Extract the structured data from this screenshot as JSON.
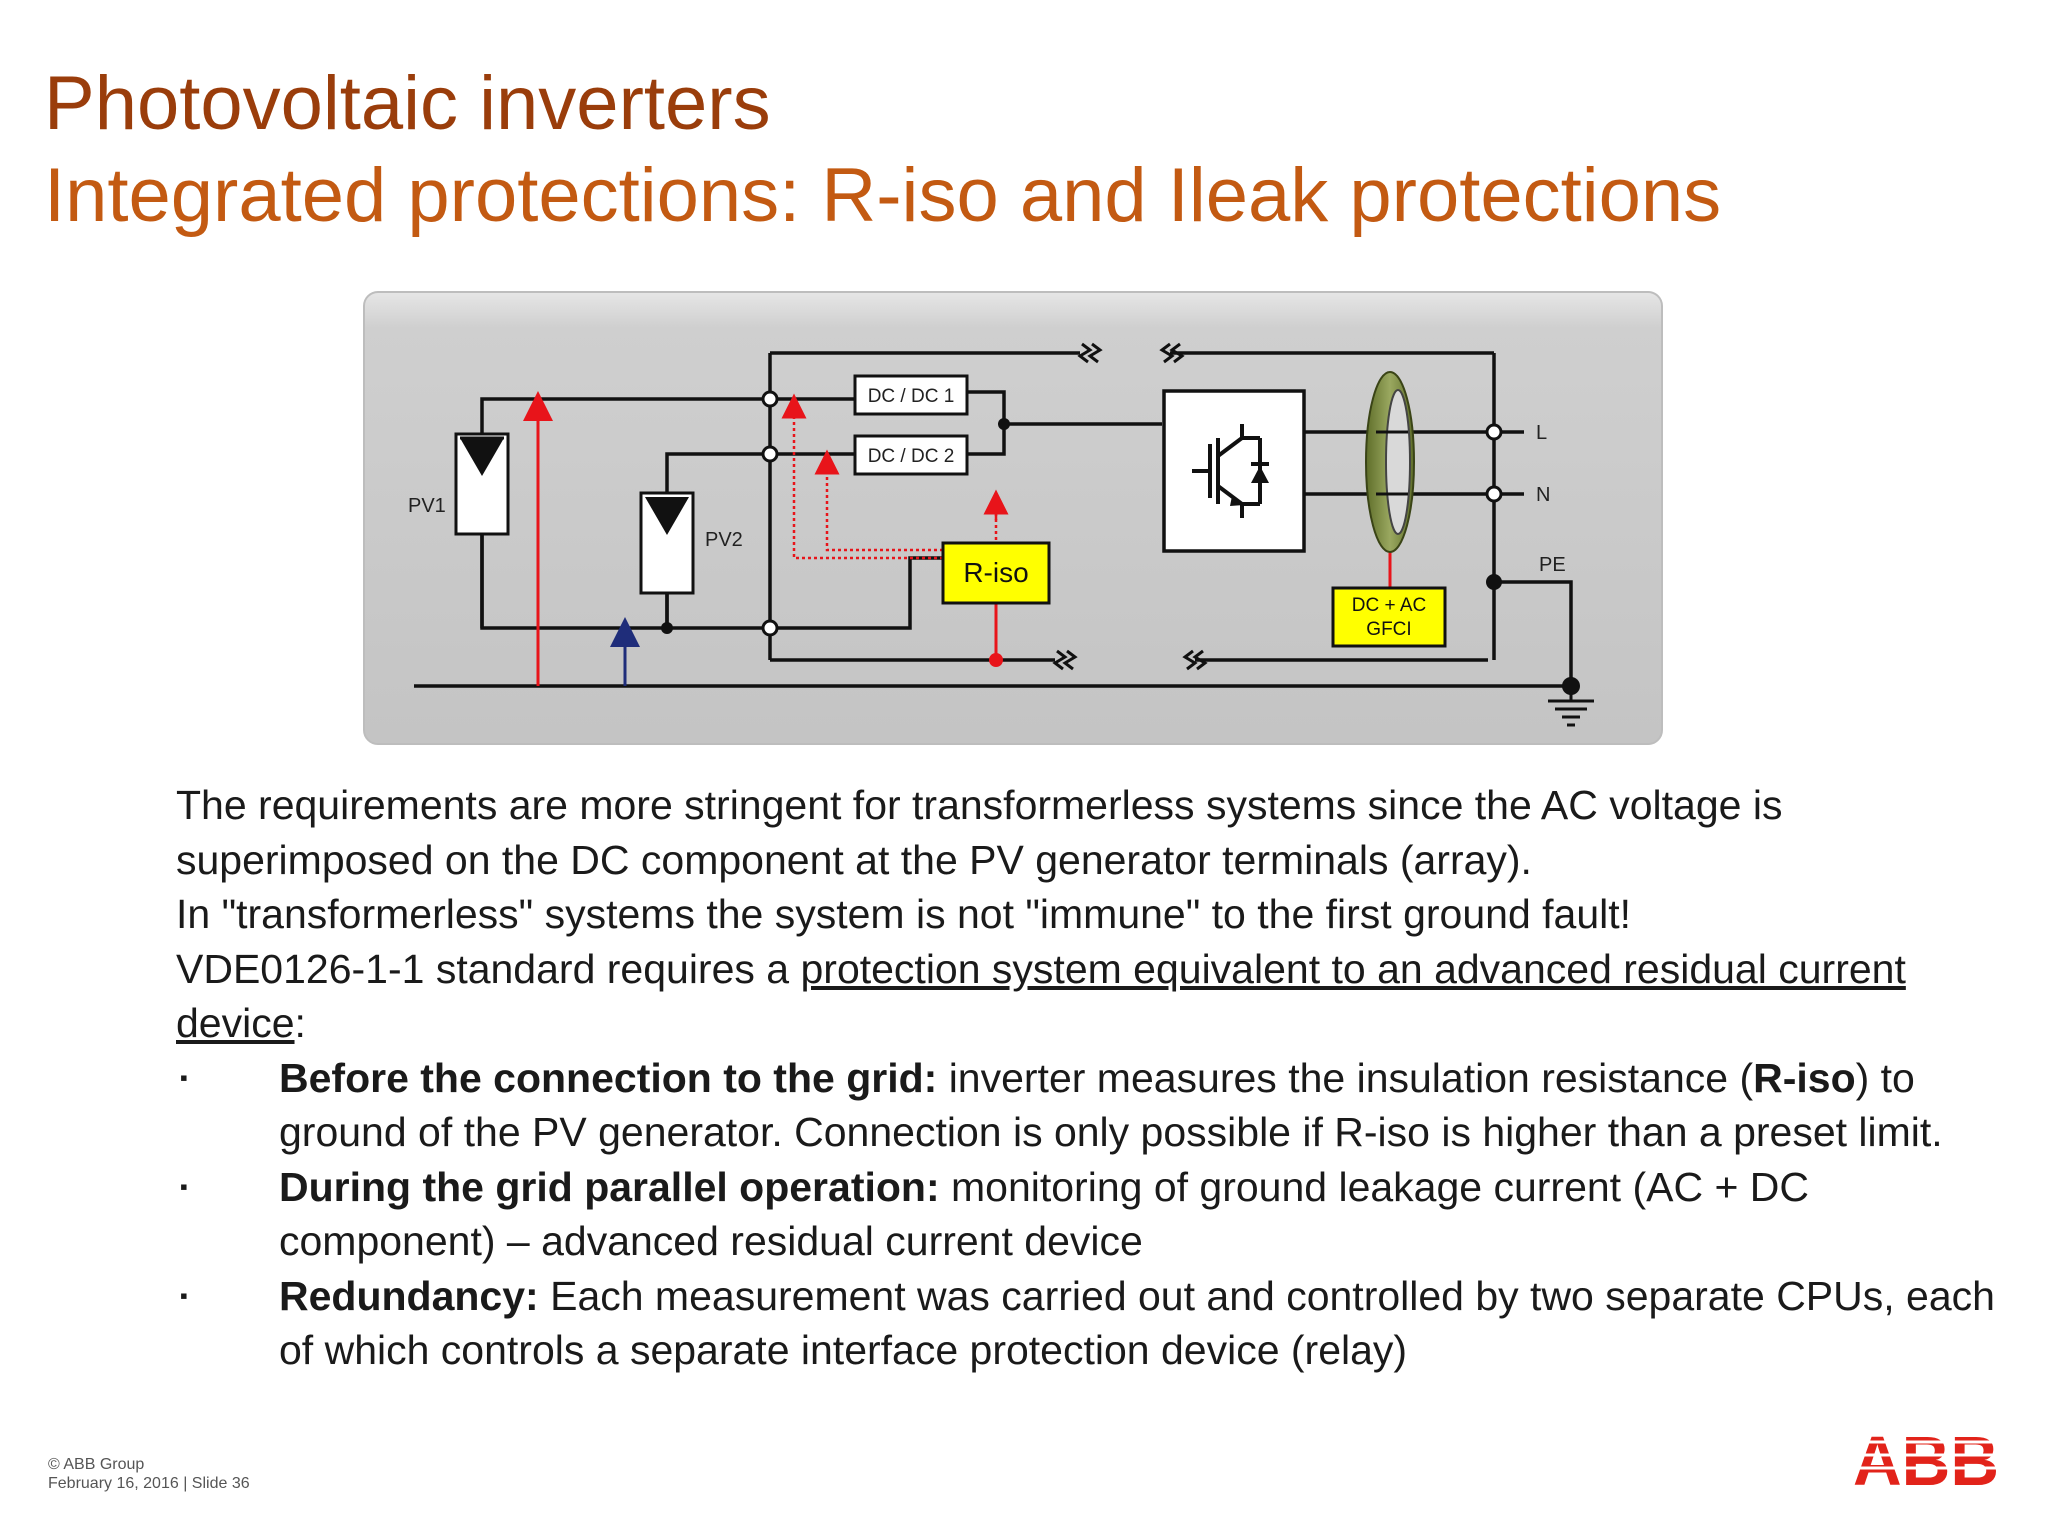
{
  "slide": {
    "title": "Photovoltaic inverters",
    "subtitle": "Integrated protections: R-iso and Ileak protections"
  },
  "diagram": {
    "labels": {
      "pv1": "PV1",
      "pv2": "PV2",
      "dcdc1": "DC / DC 1",
      "dcdc2": "DC / DC 2",
      "riso": "R-iso",
      "gfci_line1": "DC + AC",
      "gfci_line2": "GFCI",
      "l": "L",
      "n": "N",
      "pe": "PE"
    },
    "colors": {
      "panel_bg": "#cbcbcb",
      "riso_box": "#ffff00",
      "gfci_box": "#ffff00",
      "red_arrow": "#e8141a",
      "blue_arrow": "#1f2d7a",
      "core": "#7a8a3c"
    },
    "icons": {
      "inverter": "igbt-switch-icon",
      "ground": "ground-icon",
      "solar_panel": "solar-panel-icon",
      "break": "wire-break-icon",
      "current_sensor": "toroidal-core-icon"
    }
  },
  "body": {
    "para1": "The requirements are more stringent for transformerless systems since the AC voltage is superimposed on the DC component at the PV generator terminals (array).",
    "para2": "In \"transformerless\" systems the system is not \"immune\" to the first ground fault!",
    "para3_pre": "VDE0126-1-1 standard requires a ",
    "para3_link": "protection system equivalent to an advanced residual current device",
    "para3_post": ":",
    "bullet_char": "▪",
    "bullets": [
      {
        "bold": "Before the connection to the grid:",
        "text_pre": " inverter measures the insulation resistance (",
        "bold2": "R-iso",
        "text_post": ") to ground of the PV generator. Connection is only possible if R-iso is higher than a preset limit."
      },
      {
        "bold": "During the grid parallel operation:",
        "text": " monitoring of ground leakage current (AC + DC component) – advanced residual current device"
      },
      {
        "bold": "Redundancy:",
        "text": " Each measurement was carried out and controlled by two separate CPUs, each of which controls a separate interface protection device (relay)"
      }
    ]
  },
  "footer": {
    "copyright": "© ABB Group",
    "date_slide": "February 16, 2016 | Slide 36"
  },
  "logo": {
    "text": "ABB",
    "color": "#e2231a"
  }
}
